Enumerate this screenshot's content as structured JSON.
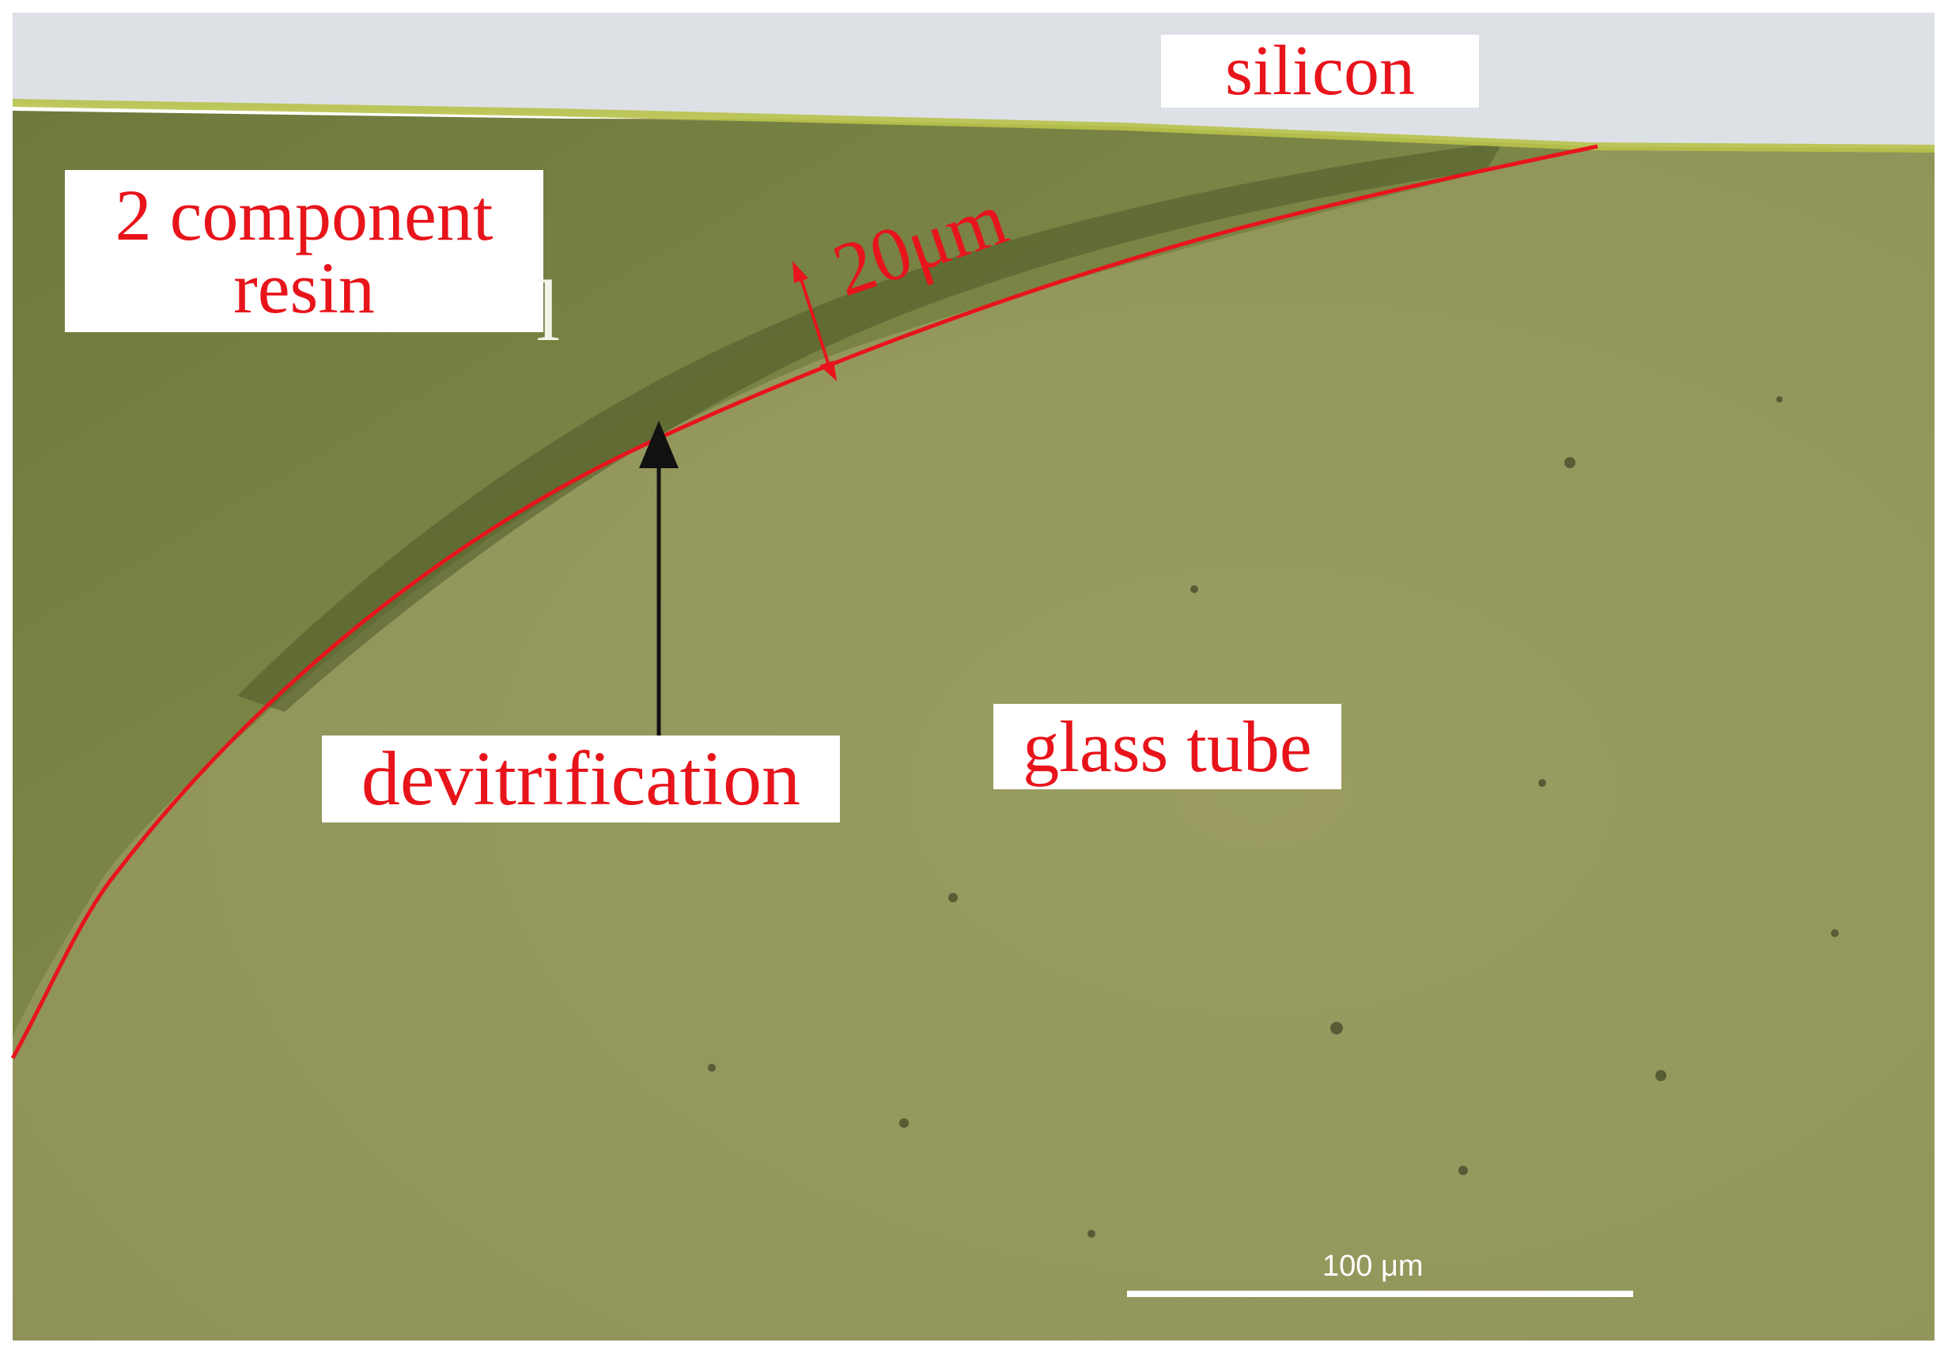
{
  "labels": {
    "resin_line1": "2 component",
    "resin_line2": "resin",
    "silicon": "silicon",
    "thickness": "20μm",
    "marker": "l",
    "devitrification": "devitrification",
    "glass_tube": "glass tube",
    "scale_bar": "100 μm"
  },
  "colors": {
    "annotation_red": "#e8141b",
    "silicon_layer": "#dde1e6",
    "glass": "#979a5e",
    "resin": "#7d8546",
    "arrow": "#111111"
  },
  "scale_bar_length_um": 100,
  "devitrification_thickness_um": 20
}
